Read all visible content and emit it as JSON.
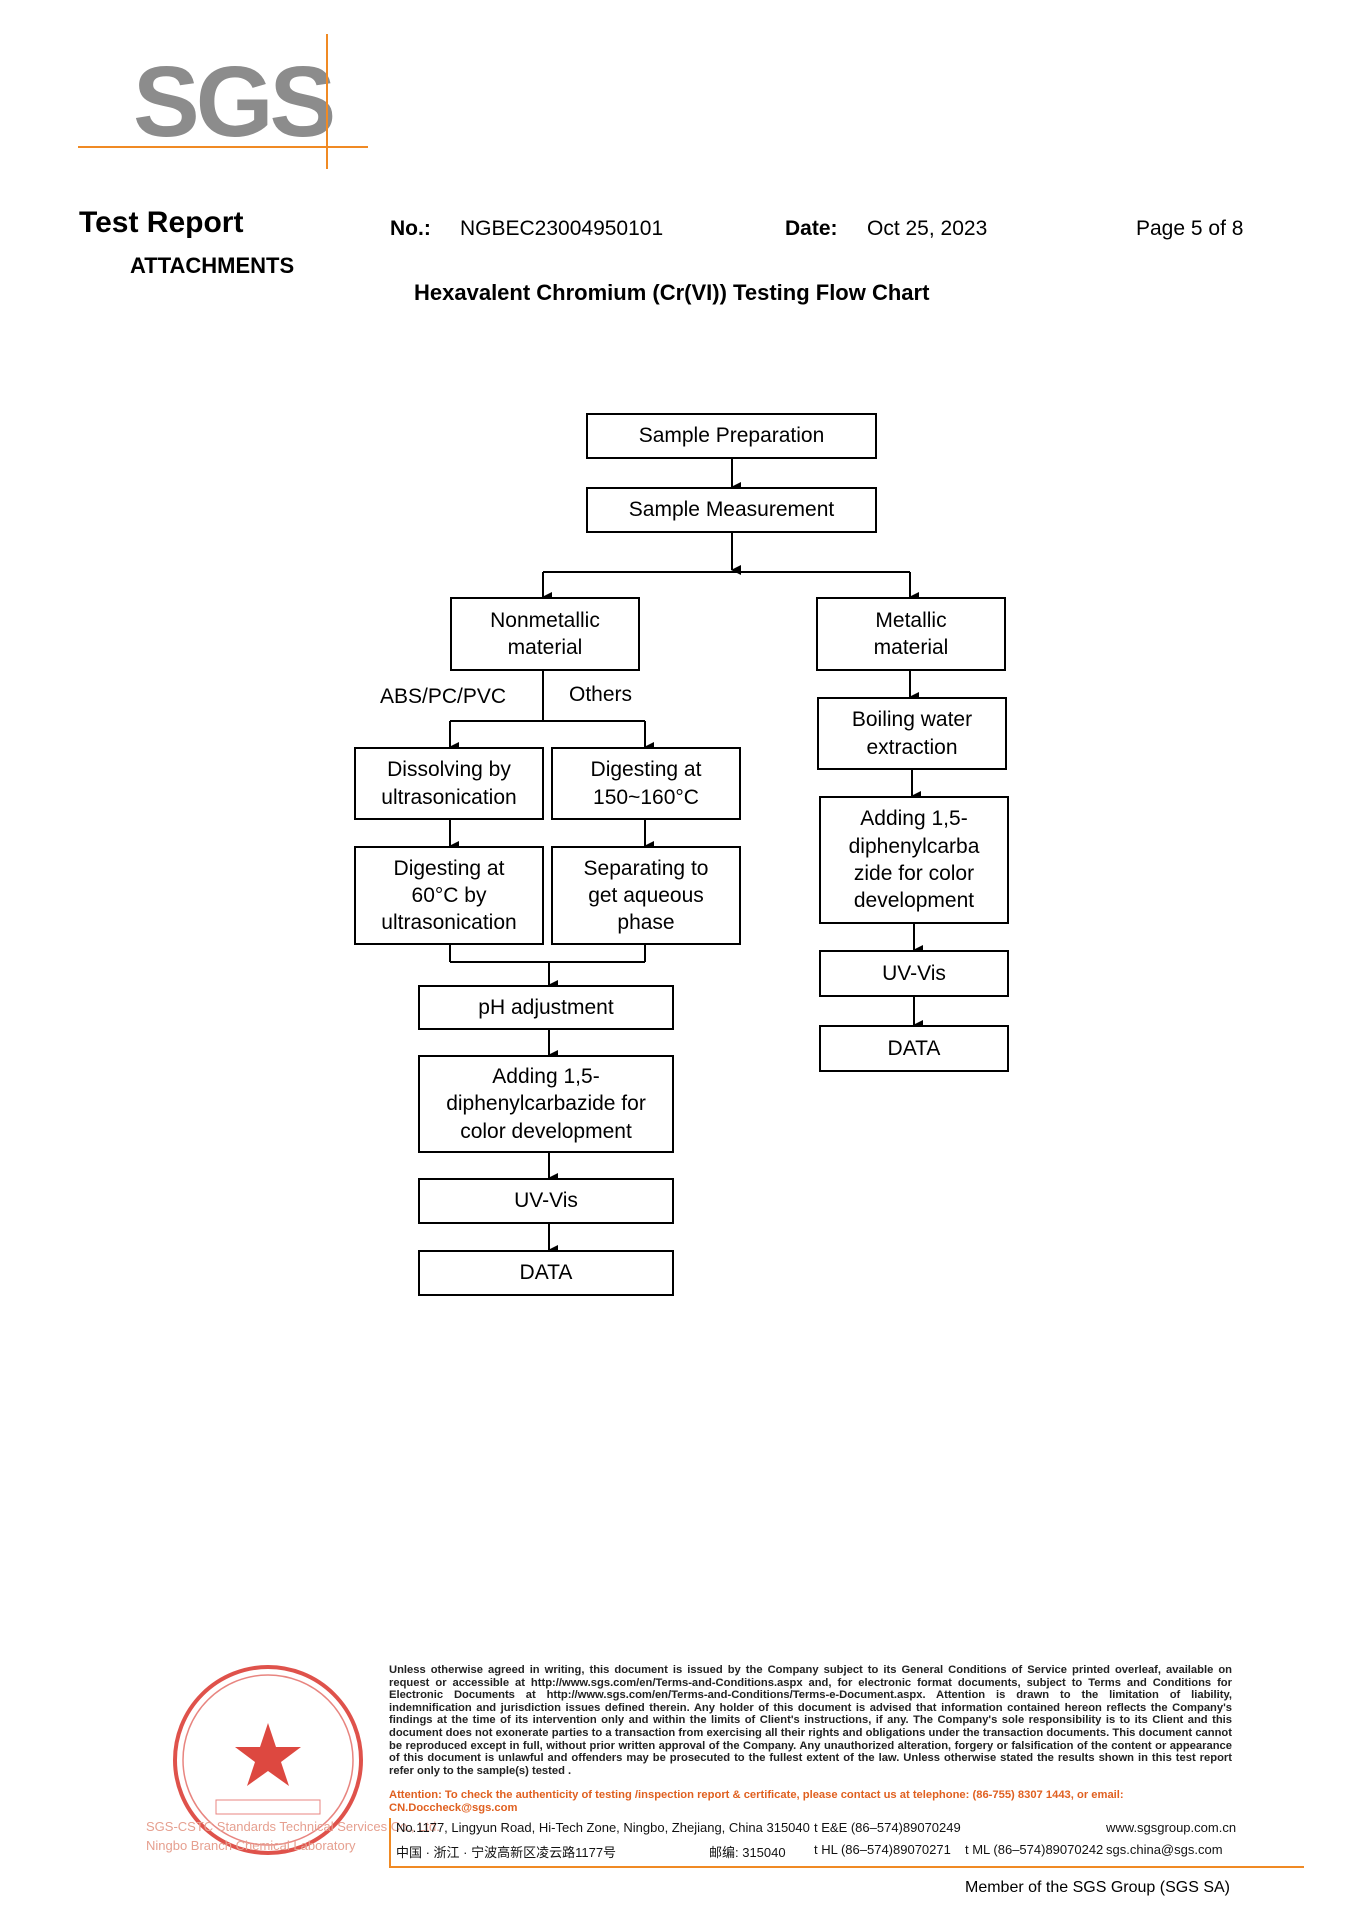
{
  "logo": {
    "text": "SGS"
  },
  "header": {
    "title": "Test Report",
    "subtitle": "ATTACHMENTS",
    "no_label": "No.:",
    "no_value": "NGBEC23004950101",
    "date_label": "Date:",
    "date_value": "Oct 25, 2023",
    "page": "Page 5 of 8"
  },
  "chart_title": "Hexavalent Chromium (Cr(VI)) Testing Flow Chart",
  "flowchart": {
    "nodes": {
      "sample_prep": "Sample Preparation",
      "sample_meas": "Sample Measurement",
      "nonmetallic": "Nonmetallic\nmaterial",
      "metallic": "Metallic\nmaterial",
      "dissolving": "Dissolving by\nultrasonication",
      "digesting_150": "Digesting at\n150~160°C",
      "digesting_60": "Digesting at\n60°C by\nultrasonication",
      "separating": "Separating to\nget aqueous\nphase",
      "ph_adjust": "pH adjustment",
      "adding_left": "Adding 1,5-\ndiphenylcarbazide for\ncolor development",
      "uvvis_left": "UV-Vis",
      "data_left": "DATA",
      "boiling": "Boiling water\nextraction",
      "adding_right": "Adding 1,5-\ndiphenylcarba\nzide for color\ndevelopment",
      "uvvis_right": "UV-Vis",
      "data_right": "DATA"
    },
    "edge_labels": {
      "abs": "ABS/PC/PVC",
      "others": "Others"
    }
  },
  "footer": {
    "seal_org_line1": "SGS-CSTC Standards Technical Services Co., Ltd.",
    "seal_org_line2": "Ningbo Branch Chemical Laboratory",
    "disclaimer": "Unless otherwise agreed in writing, this document is issued by the Company subject to its General Conditions of Service printed overleaf, available on request or accessible at http://www.sgs.com/en/Terms-and-Conditions.aspx and, for electronic format documents, subject to Terms and Conditions for Electronic Documents at http://www.sgs.com/en/Terms-and-Conditions/Terms-e-Document.aspx. Attention is drawn to the limitation of liability, indemnification and jurisdiction issues defined therein. Any holder of this document is advised that information contained hereon reflects the Company's findings at the time of its intervention only and within the limits of Client's instructions, if any. The Company's sole responsibility is to its Client and this document does not exonerate parties to a transaction from exercising all their rights and obligations under the transaction documents. This document cannot be reproduced except in full, without prior written approval of the Company. Any unauthorized alteration, forgery or falsification of the content or appearance of this document is unlawful and offenders may be prosecuted to the fullest extent of the law. Unless otherwise stated the results shown in this test report refer only to the sample(s) tested .",
    "attention": "Attention: To check the authenticity of testing /inspection report & certificate, please contact us at telephone: (86-755) 8307 1443, or email: CN.Doccheck@sgs.com",
    "address_en": "No.1177, Lingyun Road, Hi-Tech Zone, Ningbo, Zhejiang, China 315040",
    "tel_ee": "t E&E (86–574)89070249",
    "website": "www.sgsgroup.com.cn",
    "address_cn": "中国 · 浙江 · 宁波高新区凌云路1177号",
    "postcode": "邮编: 315040",
    "tel_hl": "t HL  (86–574)89070271",
    "tel_ml": "t ML  (86–574)89070242",
    "email": "sgs.china@sgs.com",
    "member": "Member of the SGS Group (SGS SA)"
  },
  "colors": {
    "accent": "#f08a24",
    "logo_gray": "#8c8c8c",
    "seal_red": "#d9342b"
  }
}
